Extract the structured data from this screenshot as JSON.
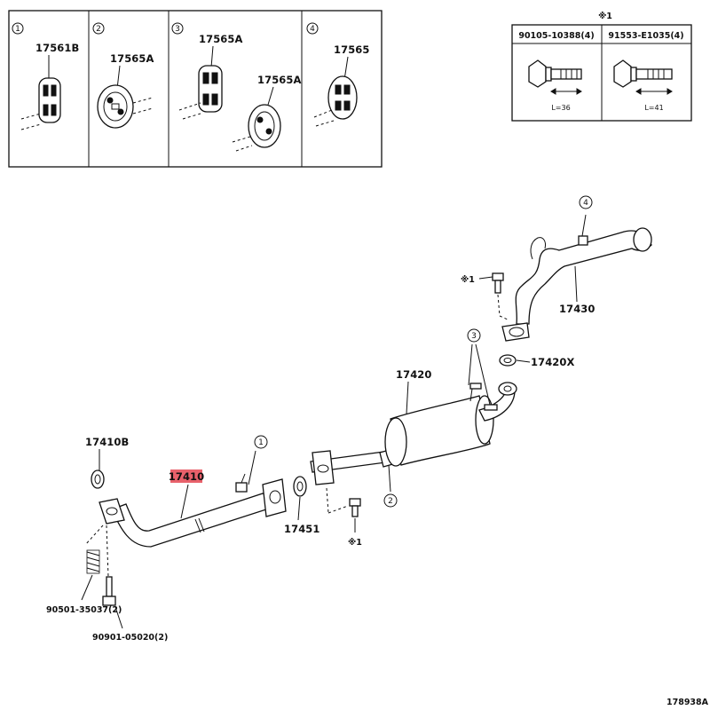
{
  "insets": [
    {
      "number": "1",
      "parts": [
        "17561B"
      ]
    },
    {
      "number": "2",
      "parts": [
        "17565A"
      ]
    },
    {
      "number": "3",
      "parts": [
        "17565A",
        "17565A"
      ]
    },
    {
      "number": "4",
      "parts": [
        "17565"
      ]
    }
  ],
  "bolt_table": {
    "note_mark": "※1",
    "columns": [
      {
        "part": "90105-10388(4)",
        "length": "L=36"
      },
      {
        "part": "91553-E1035(4)",
        "length": "L=41"
      }
    ]
  },
  "callouts": {
    "front_pipe": "17410",
    "gasket_front": "17410B",
    "gasket_center": "17451",
    "center_pipe_muffler": "17420",
    "gasket_rear": "17420X",
    "tail_pipe": "17430",
    "spring": "90501-35037(2)",
    "bolt": "90901-05020(2)",
    "note_bolt_top": "※1",
    "note_bolt_bottom": "※1",
    "ref_1": "1",
    "ref_2": "2",
    "ref_3": "3",
    "ref_4": "4"
  },
  "highlight_color": "#e8616b",
  "figure_id": "178938A"
}
